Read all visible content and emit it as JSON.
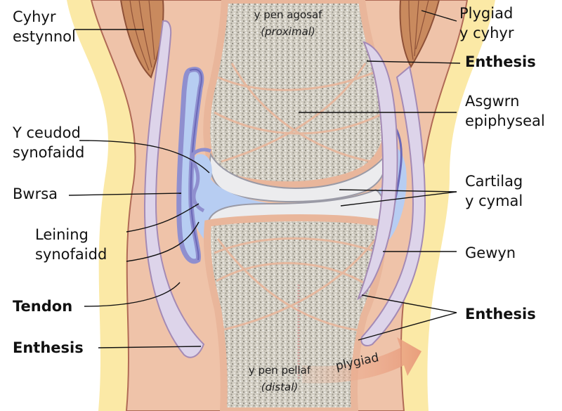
{
  "labels": {
    "cyhyr_estynnol": [
      "Cyhyr",
      "estynnol"
    ],
    "plygiad_cyhyr": [
      "Plygiad",
      "y cyhyr"
    ],
    "enthesis_top_right": "Enthesis",
    "asgwrn_epiphyseal": [
      "Asgwrn",
      "epiphyseal"
    ],
    "ceudod_synofaidd": [
      "Y ceudod",
      "synofaidd"
    ],
    "cartilag_cymal": [
      "Cartilag",
      "y cymal"
    ],
    "bwrsa": "Bwrsa",
    "leining_synofaidd": [
      "Leining",
      "synofaidd"
    ],
    "gewyn": "Gewyn",
    "tendon": "Tendon",
    "enthesis_right": "Enthesis",
    "enthesis_bottom_left": "Enthesis",
    "pen_agosaf": "y pen agosaf",
    "proximal": "(proximal)",
    "pen_pellaf": "y pen pellaf",
    "distal": "(distal)",
    "plygiad_arrow": "plygiad"
  },
  "colors": {
    "skin": "#fbe9a6",
    "soft_tissue": "#efc3a9",
    "bone_speckle": "#d6d2c8",
    "cartilage": "#ececee",
    "synovial_fluid": "#b7cdf2",
    "synovial_lining": "#6b68b8",
    "tendon": "#ddd4ea",
    "muscle": "#c98a5e",
    "outline": "#9a5a4c",
    "arrow": "#e8a58a"
  }
}
